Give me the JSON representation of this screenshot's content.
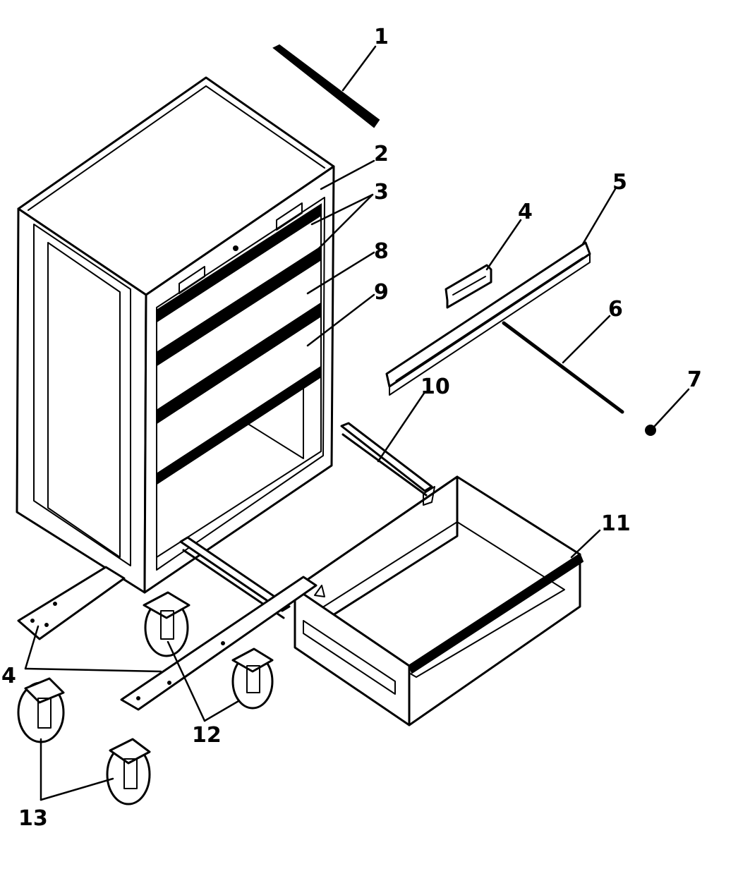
{
  "diagram": {
    "labels": {
      "l1": "1",
      "l2": "2",
      "l3": "3",
      "l4a": "4",
      "l4b": "4",
      "l5": "5",
      "l6": "6",
      "l7": "7",
      "l8": "8",
      "l9": "9",
      "l10": "10",
      "l11": "11",
      "l12": "12",
      "l13": "13"
    },
    "colors": {
      "ink": "#000000",
      "paper": "#ffffff"
    }
  }
}
